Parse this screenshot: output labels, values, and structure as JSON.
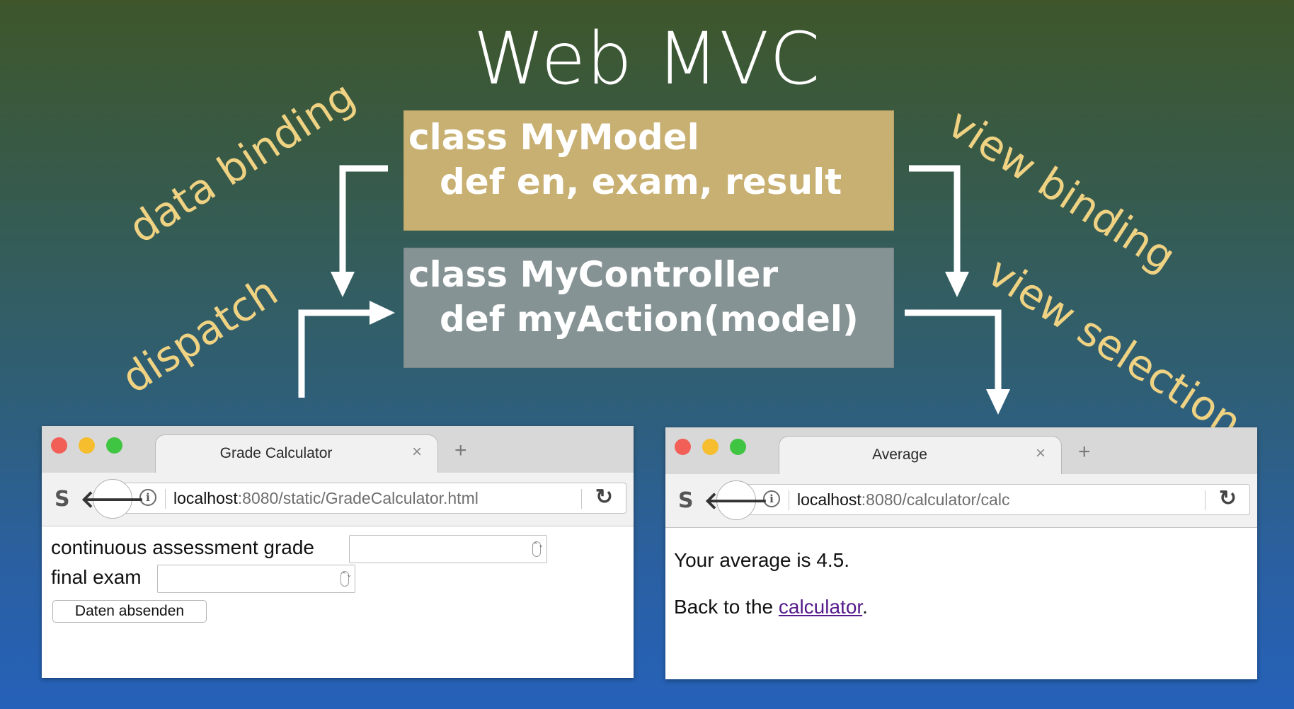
{
  "title": "Web MVC",
  "model_box": {
    "line1": "class MyModel",
    "line2": "def en, exam, result"
  },
  "controller_box": {
    "line1": "class MyController",
    "line2": "def myAction(model)"
  },
  "labels": {
    "data_binding": "data binding",
    "dispatch": "dispatch",
    "view_binding": "view binding",
    "view_selection": "view selection"
  },
  "colors": {
    "model_box": "#c8b072",
    "controller_box": "#869395",
    "label_text": "#f0d283",
    "arrows": "#ffffff",
    "link": "#551a8b"
  },
  "browser_left": {
    "tab_title": "Grade Calculator",
    "url_host": "localhost",
    "url_rest": ":8080/static/GradeCalculator.html",
    "fields": [
      {
        "label": "continuous assessment grade",
        "value": ""
      },
      {
        "label": "final exam",
        "value": ""
      }
    ],
    "submit_label": "Daten absenden"
  },
  "browser_right": {
    "tab_title": "Average",
    "url_host": "localhost",
    "url_rest": ":8080/calculator/calc",
    "result_text": "Your average is 4.5.",
    "back_prefix": "Back to the ",
    "back_link": "calculator",
    "back_suffix": "."
  },
  "icons": {
    "tab_close": "×",
    "tab_new": "+",
    "sidebar": "S",
    "back": "🡐",
    "info": "i",
    "reload": "↻",
    "spinner": "⌃⌄"
  }
}
